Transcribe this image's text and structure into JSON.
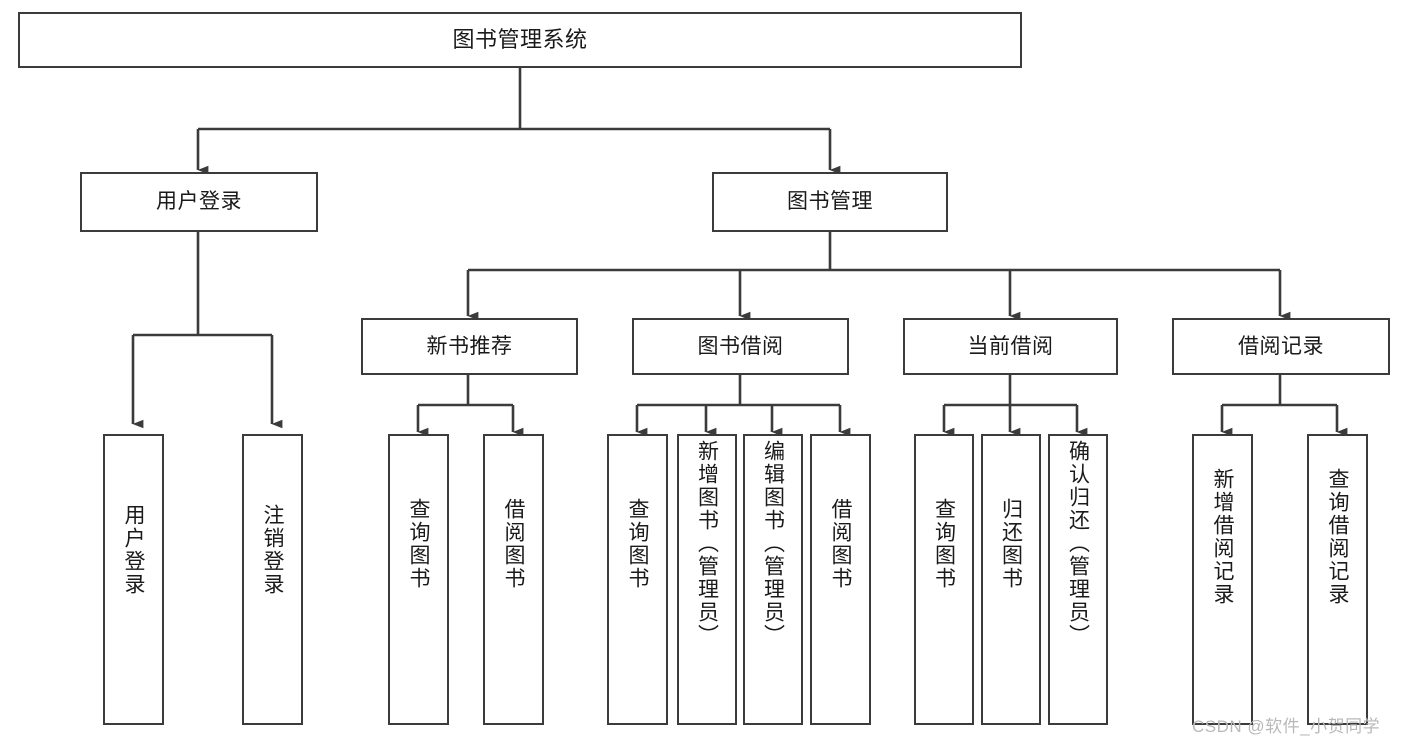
{
  "diagram": {
    "title": "图书管理系统",
    "type": "hierarchy-tree",
    "root": {
      "label": "图书管理系统"
    },
    "level1": [
      {
        "label": "用户登录"
      },
      {
        "label": "图书管理"
      }
    ],
    "level2": [
      {
        "label": "新书推荐"
      },
      {
        "label": "图书借阅"
      },
      {
        "label": "当前借阅"
      },
      {
        "label": "借阅记录"
      }
    ],
    "leaves_user_login": [
      {
        "label": "用户登录"
      },
      {
        "label": "注销登录"
      }
    ],
    "leaves_new_book": [
      {
        "label": "查询图书"
      },
      {
        "label": "借阅图书"
      }
    ],
    "leaves_borrow": [
      {
        "label": "查询图书"
      },
      {
        "label": "新增图书（管理员）"
      },
      {
        "label": "编辑图书（管理员）"
      },
      {
        "label": "借阅图书"
      }
    ],
    "leaves_current": [
      {
        "label": "查询图书"
      },
      {
        "label": "归还图书"
      },
      {
        "label": "确认归还（管理员）"
      }
    ],
    "leaves_records": [
      {
        "label": "新增借阅记录"
      },
      {
        "label": "查询借阅记录"
      }
    ]
  },
  "watermark": {
    "text": "CSDN @软件_小贺同学"
  },
  "colors": {
    "stroke": "#3b3b3b",
    "background": "#ffffff",
    "text": "#1a1a1a",
    "watermark": "#b9b9b9"
  }
}
